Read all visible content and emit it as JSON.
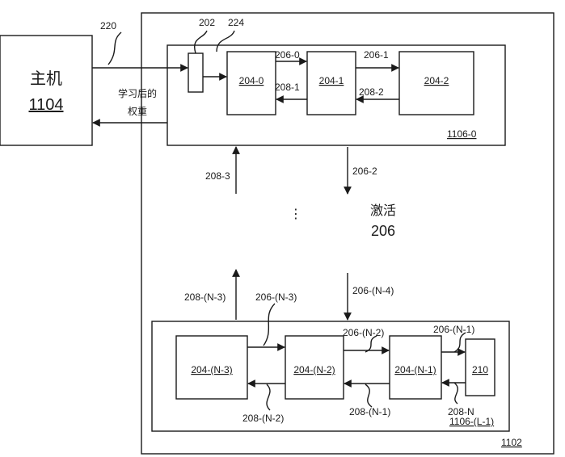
{
  "host": {
    "title": "主机",
    "number": "1104"
  },
  "system": {
    "id": "1102"
  },
  "top_chip": {
    "id": "1106-0"
  },
  "bottom_chip": {
    "id": "1106-(L-1)"
  },
  "blocks": {
    "b202": "202",
    "b224": "224",
    "b204_0": "204-0",
    "b204_1": "204-1",
    "b204_2": "204-2",
    "b204_n3": "204-(N-3)",
    "b204_n2": "204-(N-2)",
    "b204_n1": "204-(N-1)",
    "b210": "210"
  },
  "labels": {
    "l220": "220",
    "learned_weights_1": "学习后的",
    "learned_weights_2": "权重",
    "l206_0": "206-0",
    "l206_1": "206-1",
    "l208_1": "208-1",
    "l208_2": "208-2",
    "l208_3": "208-3",
    "l206_2": "206-2",
    "activation": "激活",
    "activation_num": "206",
    "ellipsis": "⋮",
    "l208_n3": "208-(N-3)",
    "l206_n3": "206-(N-3)",
    "l206_n4": "206-(N-4)",
    "l206_n2": "206-(N-2)",
    "l206_n1": "206-(N-1)",
    "l208_n2": "208-(N-2)",
    "l208_n1": "208-(N-1)",
    "l208_n": "208-N"
  }
}
